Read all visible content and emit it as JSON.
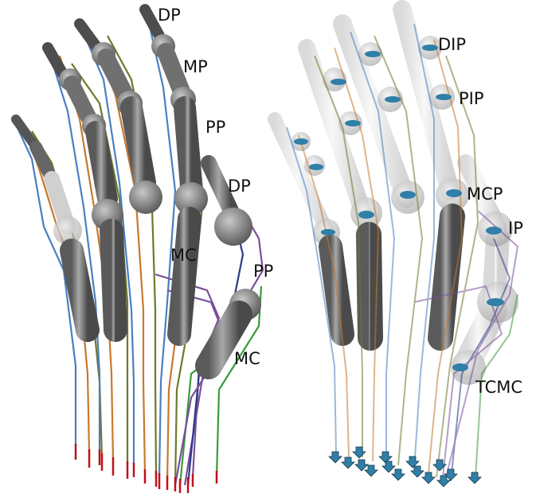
{
  "left_panel": {
    "labels": {
      "dp_top": "DP",
      "mp": "MP",
      "pp_top": "PP",
      "dp_thumb": "DP",
      "mc": "MC",
      "pp_thumb": "PP",
      "mc_thumb": "MC"
    }
  },
  "right_panel": {
    "labels": {
      "dip": "DIP",
      "pip": "PIP",
      "mcp": "MCP",
      "ip": "IP",
      "tcmc": "TCMC"
    }
  },
  "colors": {
    "bone_dark": "#6e6e6e",
    "bone_light": "#d9d9d9",
    "tendon_blue": "#4a7fc1",
    "tendon_orange": "#c8782e",
    "tendon_olive": "#6d7a2a",
    "tendon_purple": "#7a4f9a",
    "tendon_green": "#3a9a3a",
    "tendon_navy": "#2a3a8a",
    "origin_red": "#c0101a",
    "joint_axis": "#2f7fa8"
  }
}
